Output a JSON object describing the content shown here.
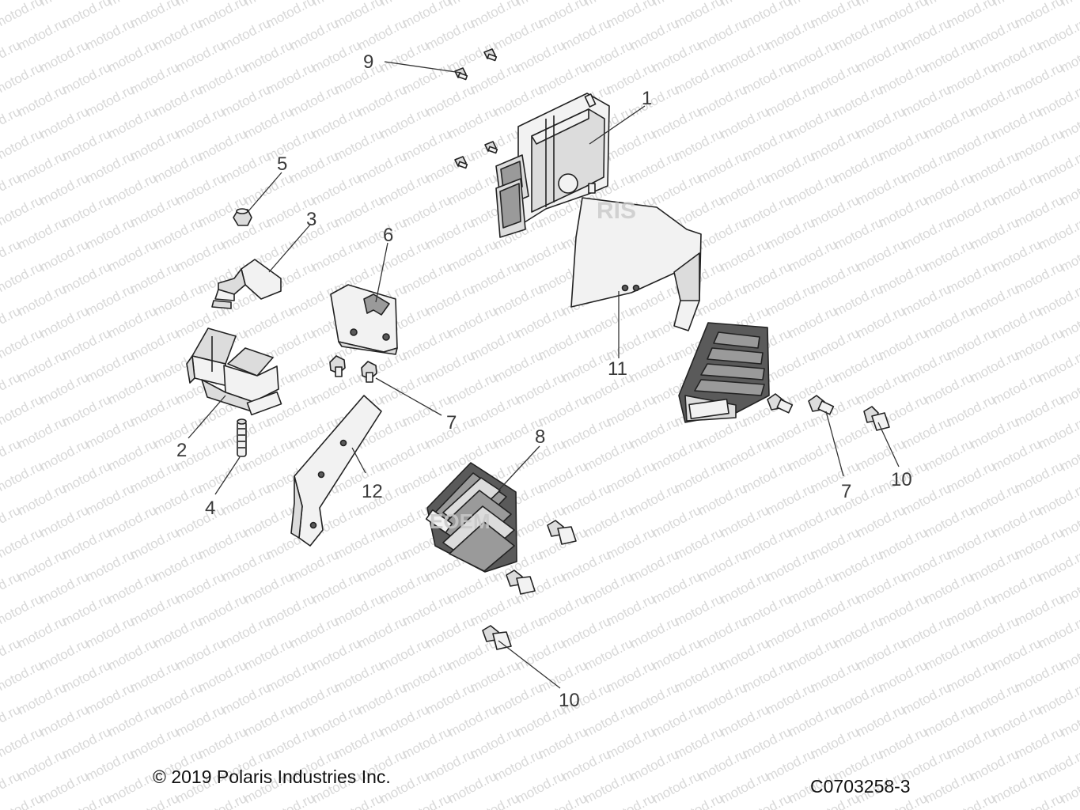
{
  "watermark": "motod.ru",
  "overlay_marks": [
    "EOEM",
    "RIS"
  ],
  "callouts": {
    "c1": "1",
    "c2": "2",
    "c3": "3",
    "c4": "4",
    "c5": "5",
    "c6": "6",
    "c7a": "7",
    "c7b": "7",
    "c8": "8",
    "c9": "9",
    "c10a": "10",
    "c10b": "10",
    "c11": "11",
    "c12": "12"
  },
  "footer": {
    "copyright": "© 2019 Polaris Industries Inc.",
    "code": "C0703258-3"
  }
}
